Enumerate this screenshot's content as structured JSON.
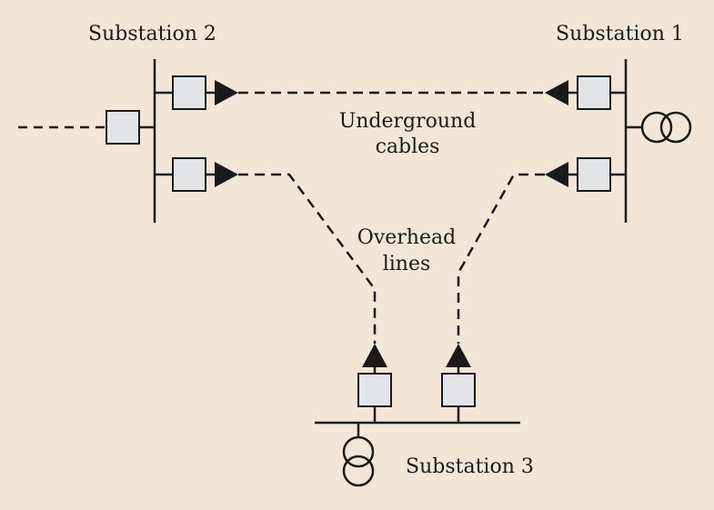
{
  "colors": {
    "background": "#f3e6d6",
    "line": "#1a1a1a",
    "breaker_fill": "#e2e4e6"
  },
  "labels": {
    "substation_2": "Substation 2",
    "substation_1": "Substation 1",
    "substation_3": "Substation 3",
    "underground_line1": "Underground",
    "underground_line2": "cables",
    "overhead_line1": "Overhead",
    "overhead_line2": "lines"
  },
  "icons": [
    "circuit-breaker",
    "transformer-symbol",
    "arrowhead"
  ]
}
